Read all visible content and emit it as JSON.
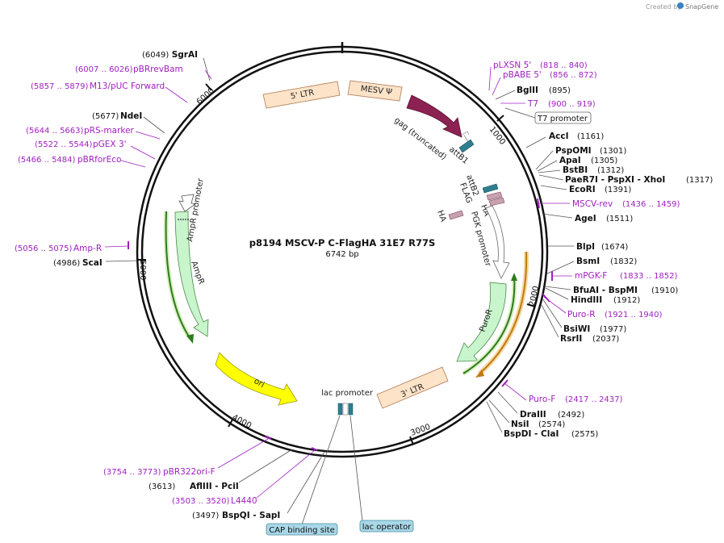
{
  "credit": {
    "created_by": "Created by",
    "brand": "SnapGene"
  },
  "plasmid": {
    "name": "p8194 MSCV-P C-FlagHA 31E7 R77S",
    "size": "6742 bp"
  },
  "ticks": [
    "1000",
    "2000",
    "3000",
    "4000",
    "5000",
    "6000"
  ],
  "features": {
    "ltr5": "5' LTR",
    "mesv": "MESV Ψ",
    "gag": "gag (truncated)",
    "attb1": "attB1",
    "attb2": "attB2",
    "flag": "FLAG",
    "ha1": "HA",
    "ha2": "HA",
    "pgk": "PGK promoter",
    "puror": "PuroR",
    "ltr3": "3' LTR",
    "lacp": "lac promoter",
    "ori": "ori",
    "ampr": "AmpR",
    "amprp": "AmpR promoter"
  },
  "boxed_labels": {
    "t7p": "T7 promoter",
    "cap": "CAP binding site",
    "laco": "lac operator"
  },
  "sites": {
    "sgrai": {
      "name": "SgrAI",
      "pos": "(6049)"
    },
    "ndei": {
      "name": "NdeI",
      "pos": "(5677)"
    },
    "scai": {
      "name": "ScaI",
      "pos": "(4986)"
    },
    "bglii": {
      "name": "BglII",
      "pos": "(895)"
    },
    "acci": {
      "name": "AccI",
      "pos": "(1161)"
    },
    "pspomi": {
      "name": "PspOMI",
      "pos": "(1301)"
    },
    "apai": {
      "name": "ApaI",
      "pos": "(1305)"
    },
    "bstbi": {
      "name": "BstBI",
      "pos": "(1312)"
    },
    "paer7i": {
      "name": "PaeR7I - PspXI - XhoI",
      "pos": "(1317)"
    },
    "ecori": {
      "name": "EcoRI",
      "pos": "(1391)"
    },
    "agei": {
      "name": "AgeI",
      "pos": "(1511)"
    },
    "blpi": {
      "name": "BlpI",
      "pos": "(1674)"
    },
    "bsmi": {
      "name": "BsmI",
      "pos": "(1832)"
    },
    "bfuai": {
      "name": "BfuAI - BspMI",
      "pos": "(1910)"
    },
    "hindiii": {
      "name": "HindIII",
      "pos": "(1912)"
    },
    "bsiwi": {
      "name": "BsiWI",
      "pos": "(1977)"
    },
    "rsrii": {
      "name": "RsrII",
      "pos": "(2037)"
    },
    "draiii": {
      "name": "DraIII",
      "pos": "(2492)"
    },
    "nsii": {
      "name": "NsiI",
      "pos": "(2574)"
    },
    "bspdi": {
      "name": "BspDI - ClaI",
      "pos": "(2575)"
    },
    "afliii": {
      "name": "AflIII - PciI",
      "pos": "(3613)"
    },
    "bspqi": {
      "name": "BspQI - SapI",
      "pos": "(3497)"
    }
  },
  "primers": {
    "pbrrevbam": {
      "name": "pBRrevBam",
      "range": "(6007 .. 6026)"
    },
    "m13": {
      "name": "M13/pUC Forward",
      "range": "(5857 .. 5879)"
    },
    "prs": {
      "name": "pRS-marker",
      "range": "(5644 .. 5663)"
    },
    "pgex": {
      "name": "pGEX 3'",
      "range": "(5522 .. 5544)"
    },
    "pbrforeco": {
      "name": "pBRforEco",
      "range": "(5466 .. 5484)"
    },
    "ampr": {
      "name": "Amp-R",
      "range": "(5056 .. 5075)"
    },
    "plxsn": {
      "name": "pLXSN 5'",
      "range": "(818 .. 840)"
    },
    "pbabe": {
      "name": "pBABE 5'",
      "range": "(856 .. 872)"
    },
    "t7": {
      "name": "T7",
      "range": "(900 .. 919)"
    },
    "mscvrev": {
      "name": "MSCV-rev",
      "range": "(1436 .. 1459)"
    },
    "mpgkf": {
      "name": "mPGK-F",
      "range": "(1833 .. 1852)"
    },
    "puror": {
      "name": "Puro-R",
      "range": "(1921 .. 1940)"
    },
    "purof": {
      "name": "Puro-F",
      "range": "(2417 .. 2437)"
    },
    "pbr322": {
      "name": "pBR322ori-F",
      "range": "(3754 .. 3773)"
    },
    "l4440": {
      "name": "L4440",
      "range": "(3503 .. 3520)"
    }
  },
  "colors": {
    "ltr": "#fde3c8",
    "mesv": "#fde3c8",
    "gag": "#8b2252",
    "att": "#2e7f90",
    "tag": "#c8a0b0",
    "pgk": "#ffffff",
    "puror": "#c8f5cc",
    "ori": "#ffff00",
    "primer": "#a020c0",
    "orf": "#2e9a1e",
    "orf2": "#d98c20",
    "box": "#a8d8e8"
  }
}
